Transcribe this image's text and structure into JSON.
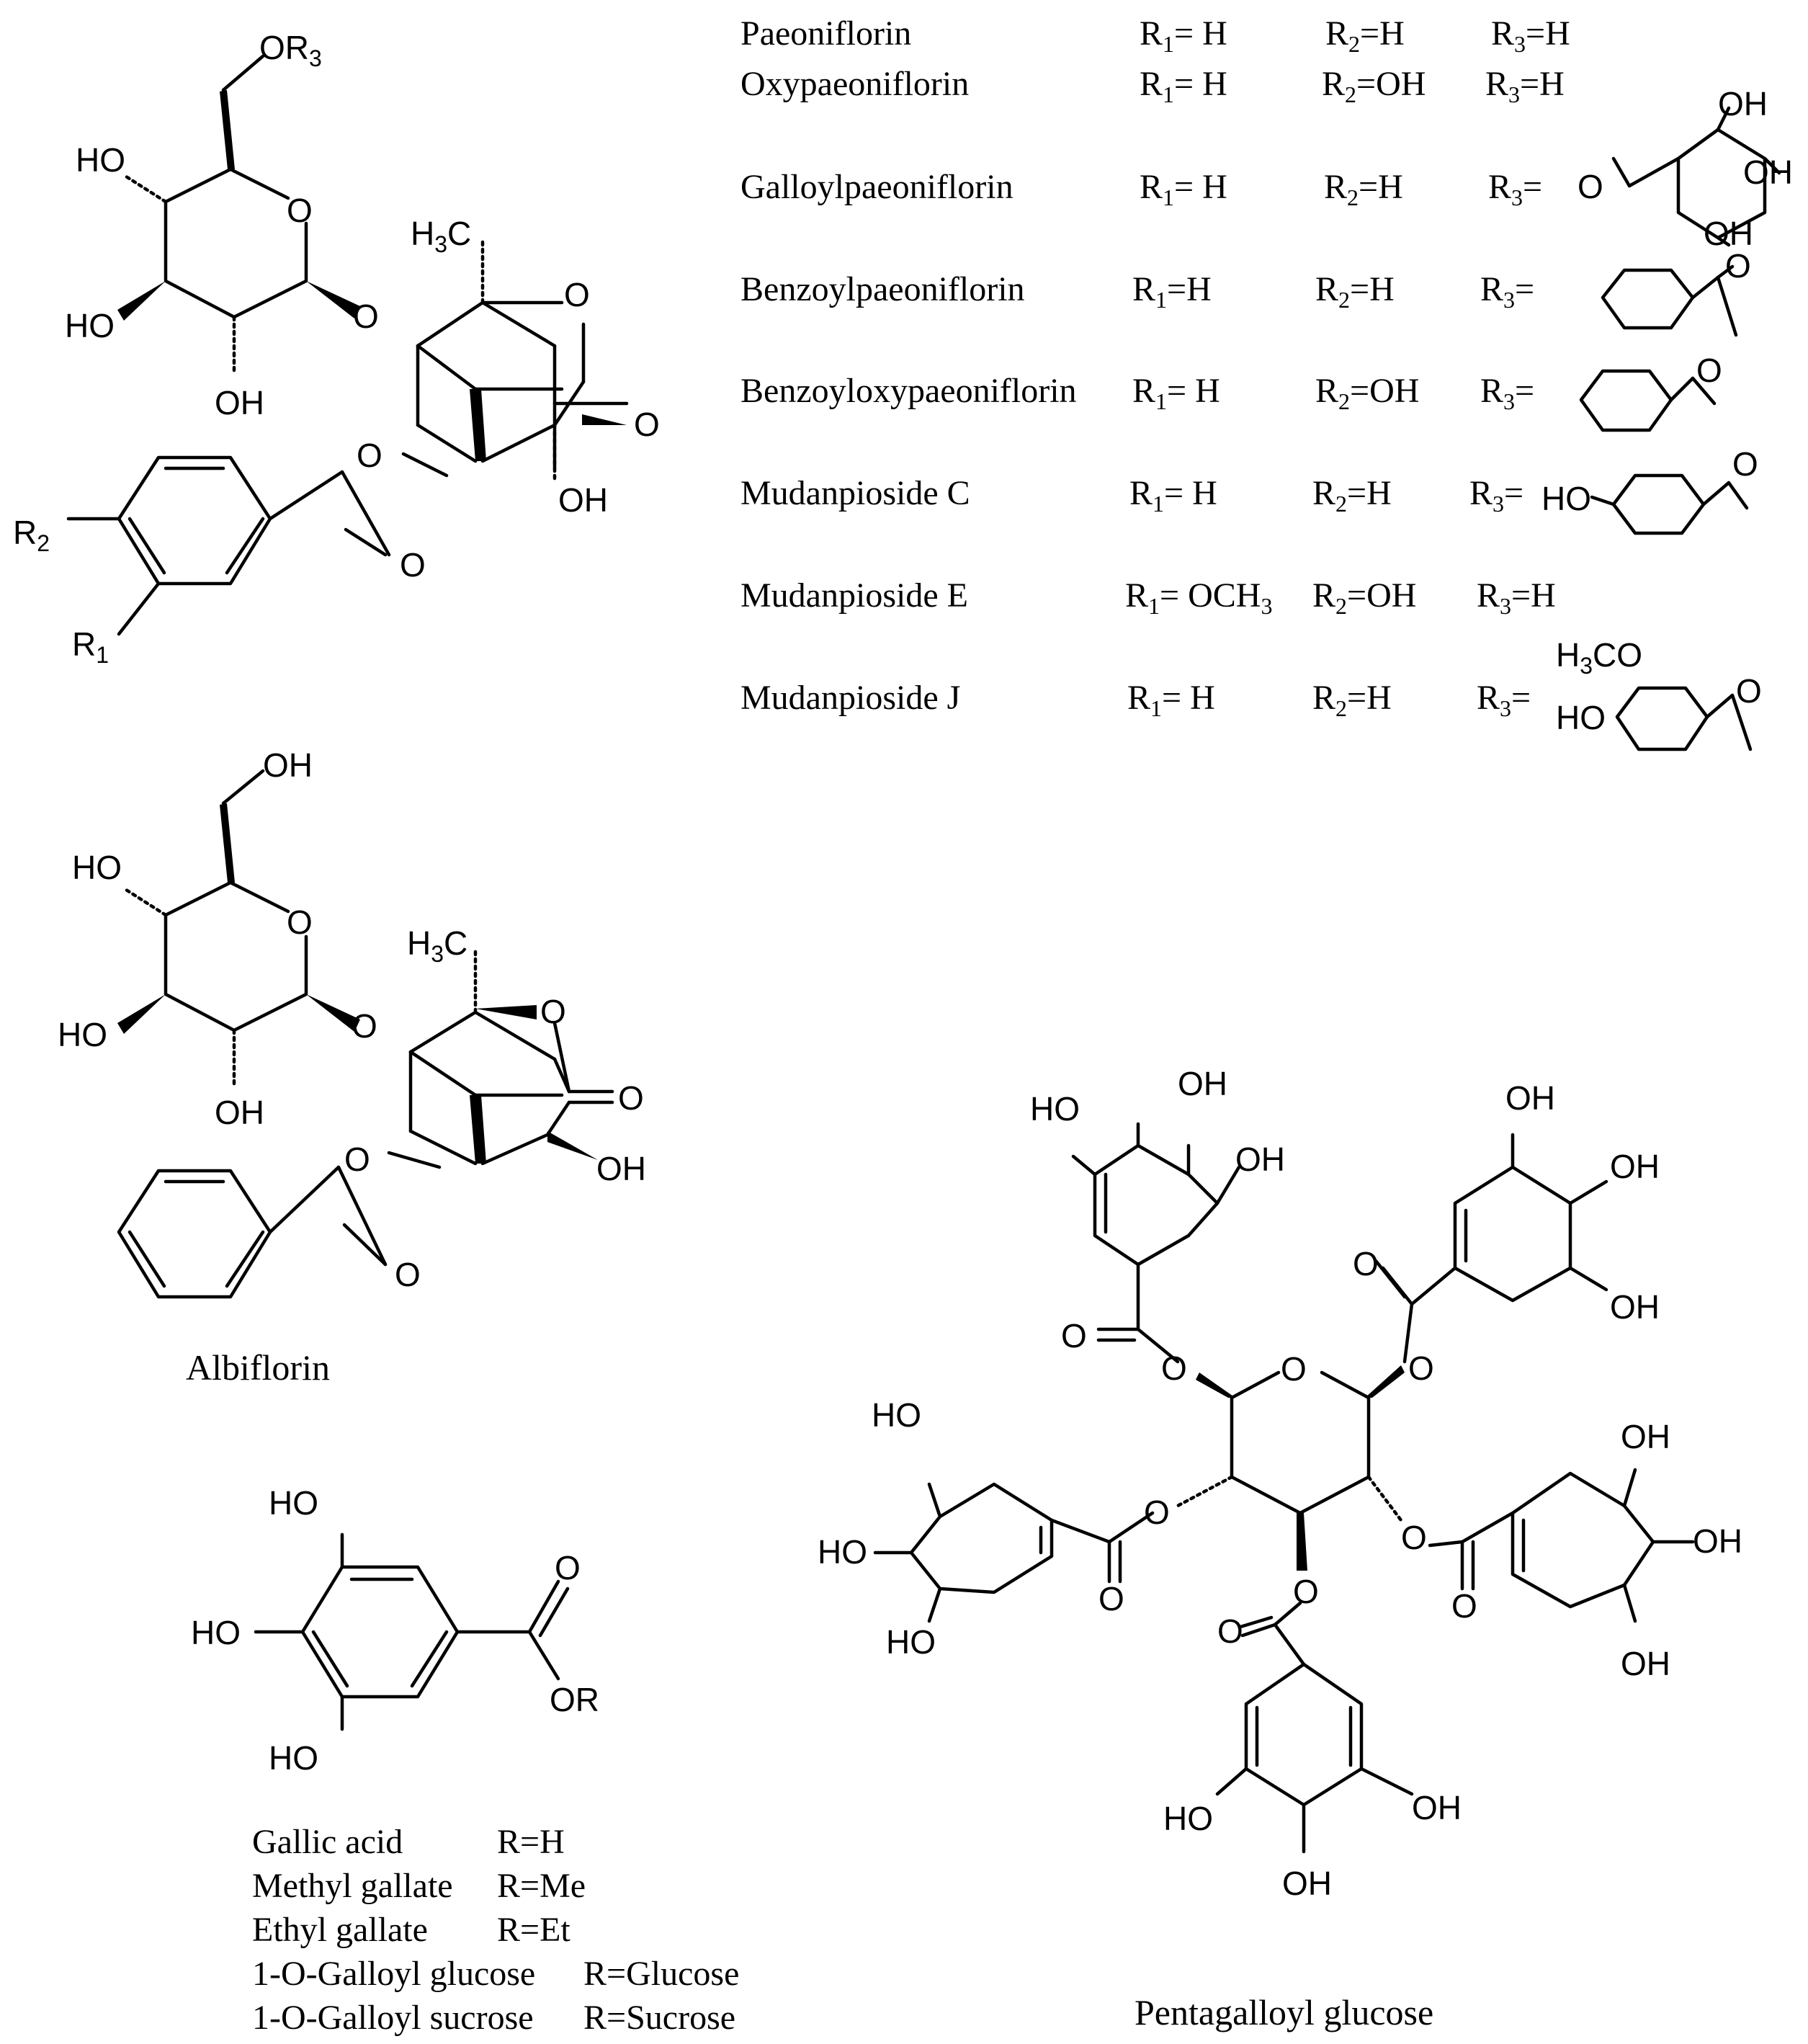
{
  "paeoniflorin_table": {
    "rows": [
      {
        "name": "Paeoniflorin",
        "r1": "H",
        "r2": "H",
        "r3": "H"
      },
      {
        "name": "Oxypaeoniflorin",
        "r1": "H",
        "r2": "OH",
        "r3": "H"
      },
      {
        "name": "Galloylpaeoniflorin",
        "r1": "H",
        "r2": "H",
        "r3": ""
      },
      {
        "name": "Benzoylpaeoniflorin",
        "r1": "H",
        "r2": "H",
        "r3": ""
      },
      {
        "name": "Benzoyloxypaeoniflorin",
        "r1": "H",
        "r2": "OH",
        "r3": ""
      },
      {
        "name": "Mudanpioside C",
        "r1": "H",
        "r2": "H",
        "r3": ""
      },
      {
        "name": "Mudanpioside E",
        "r1": "OCH3",
        "r2": "OH",
        "r3": "H"
      },
      {
        "name": "Mudanpioside J",
        "r1": "H",
        "r2": "H",
        "r3": ""
      }
    ]
  },
  "gallate_table": {
    "rows": [
      {
        "name": "Gallic acid",
        "r": "R=H"
      },
      {
        "name": "Methyl gallate",
        "r": "R=Me"
      },
      {
        "name": "Ethyl gallate",
        "r": "R=Et"
      },
      {
        "name": "1-O-Galloyl glucose",
        "r": "R=Glucose"
      },
      {
        "name": "1-O-Galloyl sucrose",
        "r": "R=Sucrose"
      }
    ]
  },
  "captions": {
    "albiflorin": "Albiflorin",
    "pentagalloyl": "Pentagalloyl glucose"
  },
  "atom_labels": {
    "OH": "OH",
    "HO": "HO",
    "O": "O",
    "OR": "OR",
    "H3C": "H",
    "methyl_sub": "3",
    "C": "C",
    "R": "R",
    "sub1": "1",
    "sub2": "2",
    "sub3": "3",
    "H3CO": "H"
  }
}
